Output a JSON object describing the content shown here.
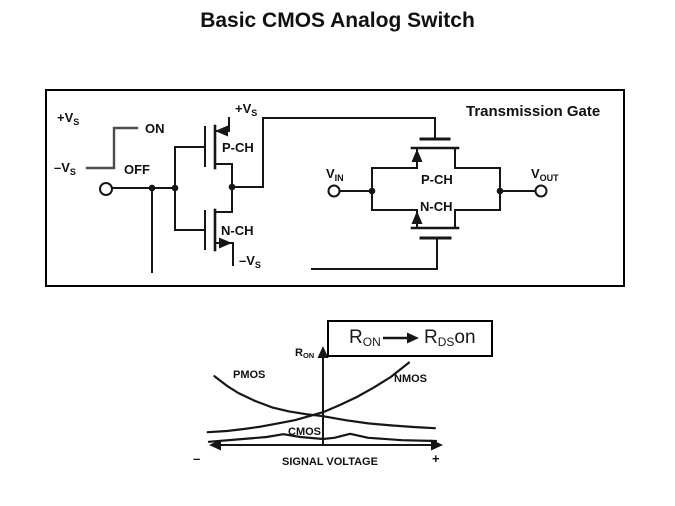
{
  "title": "Basic CMOS Analog Switch",
  "schematic": {
    "heading": "Transmission Gate",
    "labels": {
      "vs_plus_control": {
        "main": "+V",
        "sub": "S"
      },
      "on": "ON",
      "vs_minus_control": {
        "main": "–V",
        "sub": "S"
      },
      "off": "OFF",
      "vs_plus_rail": {
        "main": "+V",
        "sub": "S"
      },
      "vs_minus_rail": {
        "main": "–V",
        "sub": "S"
      },
      "pch_driver": "P-CH",
      "nch_driver": "N-CH",
      "pch_gate": "P-CH",
      "nch_gate": "N-CH",
      "vin": {
        "main": "V",
        "sub": "IN"
      },
      "vout": {
        "main": "V",
        "sub": "OUT"
      }
    }
  },
  "legend": {
    "r_on": {
      "main": "R",
      "sub": "ON"
    },
    "r_ds_on": {
      "main": "R",
      "sub": "DS",
      "post": "on"
    }
  },
  "graph": {
    "y_axis": {
      "main": "R",
      "sub": "ON"
    },
    "x_axis_label": "SIGNAL VOLTAGE",
    "x_neg": "–",
    "x_pos": "+",
    "curve_labels": {
      "pmos": "PMOS",
      "nmos": "NMOS",
      "cmos": "CMOS"
    }
  },
  "chart_data": {
    "type": "line",
    "title": "",
    "xlabel": "SIGNAL VOLTAGE",
    "ylabel": "RON",
    "x_axis_qualitative": "signal voltage from – (left) to + (right), no numeric ticks",
    "y_axis_qualitative": "on-resistance RON, no numeric scale shown",
    "legend_note": "RON is also called RDSon",
    "series": [
      {
        "name": "PMOS",
        "shape": "decreasing, steep at negative voltages then flattening",
        "points": [
          [
            -0.96,
            0.86
          ],
          [
            -0.85,
            0.74
          ],
          [
            -0.75,
            0.65
          ],
          [
            -0.6,
            0.55
          ],
          [
            -0.45,
            0.47
          ],
          [
            -0.3,
            0.42
          ],
          [
            -0.15,
            0.385
          ],
          [
            0,
            0.36
          ],
          [
            0.2,
            0.31
          ],
          [
            0.4,
            0.27
          ],
          [
            0.6,
            0.245
          ],
          [
            0.8,
            0.225
          ],
          [
            0.99,
            0.21
          ]
        ]
      },
      {
        "name": "NMOS",
        "shape": "increasing, flat at negative voltages then steep",
        "points": [
          [
            -1.02,
            0.16
          ],
          [
            -0.85,
            0.175
          ],
          [
            -0.7,
            0.2
          ],
          [
            -0.55,
            0.23
          ],
          [
            -0.4,
            0.27
          ],
          [
            -0.25,
            0.31
          ],
          [
            -0.1,
            0.37
          ],
          [
            0,
            0.41
          ],
          [
            0.15,
            0.5
          ],
          [
            0.3,
            0.6
          ],
          [
            0.45,
            0.72
          ],
          [
            0.6,
            0.85
          ],
          [
            0.76,
            1.03
          ]
        ]
      },
      {
        "name": "CMOS",
        "shape": "low and nearly flat with two small humps",
        "points": [
          [
            -1.01,
            0.04
          ],
          [
            -0.75,
            0.07
          ],
          [
            -0.5,
            0.1
          ],
          [
            -0.35,
            0.135
          ],
          [
            -0.2,
            0.1
          ],
          [
            0,
            0.075
          ],
          [
            0.1,
            0.09
          ],
          [
            0.24,
            0.14
          ],
          [
            0.4,
            0.09
          ],
          [
            0.7,
            0.06
          ],
          [
            1.0,
            0.05
          ]
        ]
      }
    ]
  }
}
